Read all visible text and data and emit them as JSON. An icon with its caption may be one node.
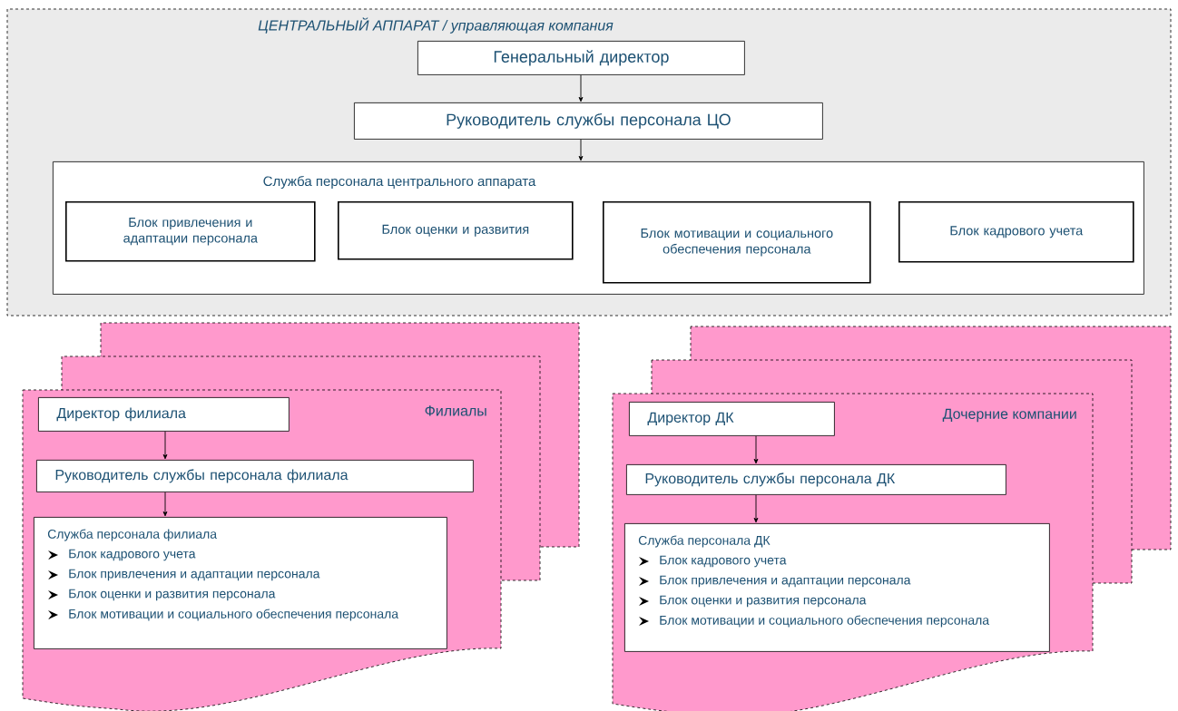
{
  "diagram": {
    "nodes": [
      {
        "text": [
          "ЦЕНТРАЛЬНЫЙ АППАРАТ / управляющая компания"
        ]
      },
      {
        "text": [
          "Генеральный директор"
        ],
        "in": 0
      },
      {
        "text": [
          "Руководитель службы персонала ЦО"
        ],
        "in": 0
      },
      {
        "text": [
          "Служба персонала центрального аппарата"
        ],
        "in": 0
      },
      {
        "text": [
          "Блок привлечения и адаптации персонала"
        ],
        "in": 3
      },
      {
        "text": [
          "Блок оценки и развития"
        ],
        "in": 3
      },
      {
        "text": [
          "Блок мотивации и социального обеспечения персонала"
        ],
        "in": 3
      },
      {
        "text": [
          "Блок кадрового учета"
        ],
        "in": 3
      },
      {
        "text": [
          "Филиалы"
        ]
      },
      {
        "text": [
          "Директор филиала"
        ],
        "in": 8
      },
      {
        "text": [
          "Руководитель службы персонала филиала"
        ],
        "in": 8
      },
      {
        "text": [
          "Служба персонала филиала",
          "Блок кадрового учета",
          "Блок привлечения  и адаптации персонала",
          "Блок оценки и развития персонала",
          "Блок мотивации и социального обеспечения персонала"
        ],
        "in": 8
      },
      {
        "text": [
          "Дочерние компании"
        ]
      },
      {
        "text": [
          "Директор ДК"
        ],
        "in": 12
      },
      {
        "text": [
          "Руководитель службы персонала ДК"
        ],
        "in": 12
      },
      {
        "text": [
          "Служба персонала ДК",
          "Блок кадрового учета",
          "Блок привлечения  и адаптации персонала",
          "Блок оценки и развития персонала",
          "Блок мотивации и социального обеспечения персонала"
        ],
        "in": 12
      }
    ],
    "edges": [
      {
        "from": 1,
        "to": 2,
        "arrow": "to"
      },
      {
        "from": 2,
        "to": 3,
        "arrow": "to"
      },
      {
        "from": 9,
        "to": 10,
        "arrow": "to"
      },
      {
        "from": 10,
        "to": 11,
        "arrow": "to"
      },
      {
        "from": 13,
        "to": 14,
        "arrow": "to"
      },
      {
        "from": 14,
        "to": 15,
        "arrow": "to"
      }
    ]
  }
}
